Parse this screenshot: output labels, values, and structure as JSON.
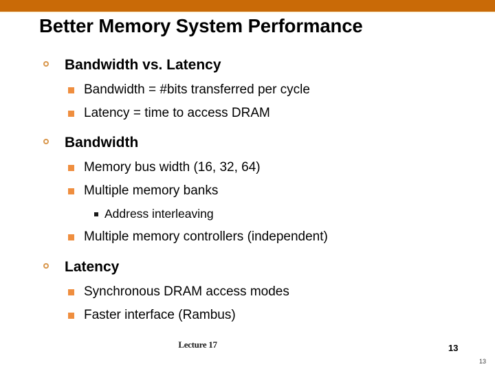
{
  "slide": {
    "title": "Better Memory System Performance",
    "accent_color": "#C96A07",
    "bullet_l1_color": "#D9974C",
    "bullet_l2_color": "#EF8E3F",
    "bullet_l3_color": "#1A1A1A",
    "sections": [
      {
        "heading": "Bandwidth vs. Latency",
        "items": [
          {
            "level": 2,
            "text": "Bandwidth = #bits transferred per cycle"
          },
          {
            "level": 2,
            "text": "Latency = time to access DRAM"
          }
        ]
      },
      {
        "heading": "Bandwidth",
        "items": [
          {
            "level": 2,
            "text": "Memory bus width (16, 32, 64)"
          },
          {
            "level": 2,
            "text": "Multiple memory banks"
          },
          {
            "level": 3,
            "text": "Address interleaving"
          },
          {
            "level": 2,
            "text": "Multiple memory controllers (independent)"
          }
        ]
      },
      {
        "heading": "Latency",
        "items": [
          {
            "level": 2,
            "text": "Synchronous DRAM access modes"
          },
          {
            "level": 2,
            "text": "Faster interface (Rambus)"
          }
        ]
      }
    ],
    "footer": {
      "lecture_label": "Lecture 17",
      "page_number": "13",
      "page_number_corner": "13"
    }
  }
}
